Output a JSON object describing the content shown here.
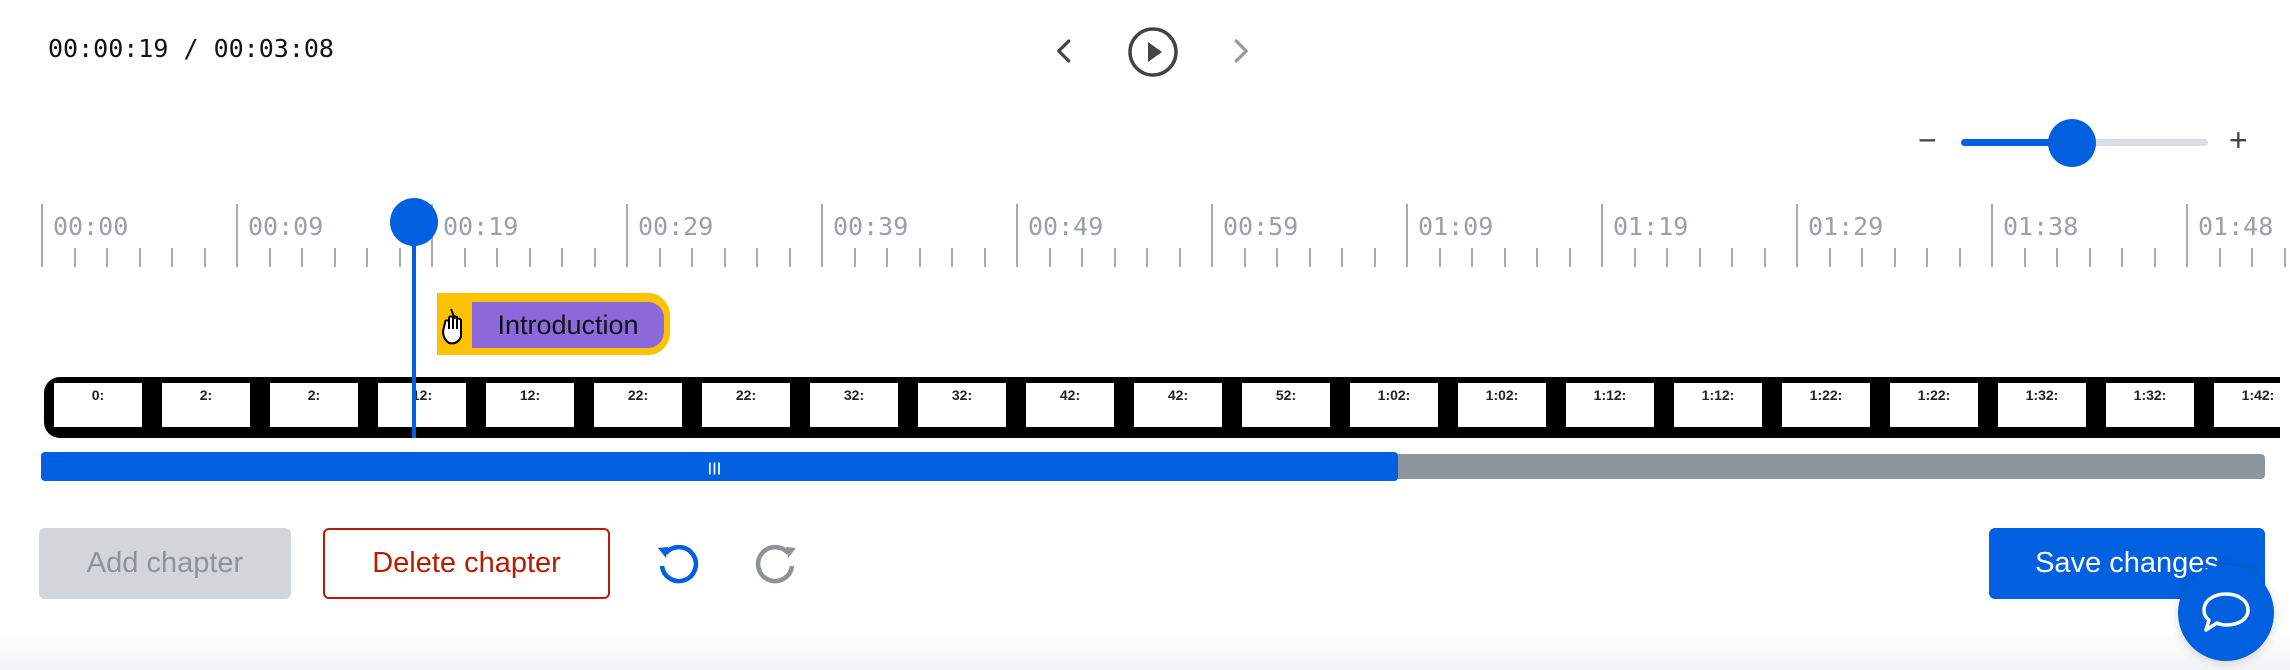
{
  "player": {
    "time_display": "00:00:19 / 00:03:08"
  },
  "zoom": {
    "minus_label": "−",
    "plus_label": "+",
    "level": 0.45
  },
  "ruler": {
    "labels": [
      "00:00",
      "00:09",
      "00:19",
      "00:29",
      "00:39",
      "00:49",
      "00:59",
      "01:09",
      "01:19",
      "01:29",
      "01:38",
      "01:48"
    ]
  },
  "chapter": {
    "title": "Introduction"
  },
  "filmstrip": {
    "frames": [
      "0:",
      "2:",
      "2:",
      "12:",
      "12:",
      "22:",
      "22:",
      "32:",
      "32:",
      "42:",
      "42:",
      "52:",
      "1:02:",
      "1:02:",
      "1:12:",
      "1:12:",
      "1:22:",
      "1:22:",
      "1:32:",
      "1:32:",
      "1:42:"
    ]
  },
  "scrollbar": {
    "visible_fraction": 0.61
  },
  "actions": {
    "add_chapter": "Add chapter",
    "delete_chapter": "Delete chapter",
    "save_changes": "Save changes"
  },
  "colors": {
    "accent": "#0060df",
    "chapter_handle": "#fdc300",
    "chapter_fill": "#8c68da",
    "danger": "#b71c00",
    "disabled_bg": "#d2d5d9"
  }
}
